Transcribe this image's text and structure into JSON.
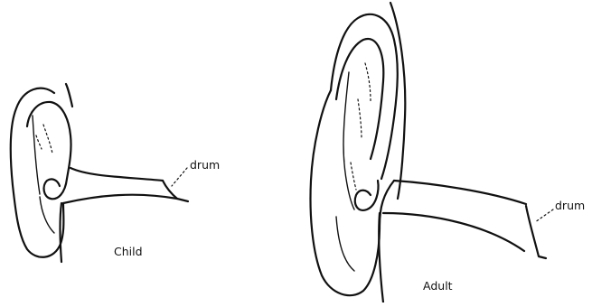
{
  "figures": [
    {
      "caption": "Child",
      "drum_label": "drum"
    },
    {
      "caption": "Adult",
      "drum_label": "drum"
    }
  ]
}
